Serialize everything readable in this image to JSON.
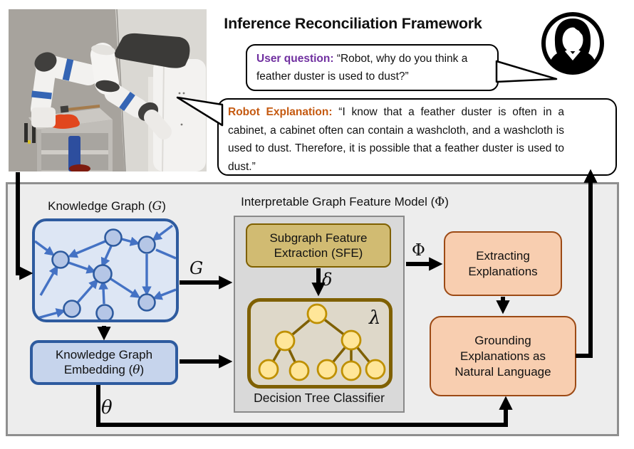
{
  "figure": {
    "title": "Inference Reconciliation Framework"
  },
  "bubbles": {
    "user": {
      "label": "User question:",
      "text": " “Robot, why do you think a feather duster is used to dust?”"
    },
    "robot": {
      "label": "Robot Explanation:",
      "text": " “I know that a feather duster is often in a cabinet, a cabinet often can contain a washcloth, and a washcloth is used to dust. Therefore, it is possible that a feather duster is used to dust.”"
    }
  },
  "diagram": {
    "kg": {
      "prefix": "Knowledge Graph (",
      "symbol": "G",
      "suffix": ")"
    },
    "igfm": {
      "prefix": "Interpretable Graph Feature Model (",
      "symbol": "Φ",
      "suffix": ")"
    },
    "kge": {
      "line1": "Knowledge Graph",
      "prefix": "Embedding (",
      "symbol": "θ",
      "suffix": ")"
    },
    "sfe": {
      "label": "Subgraph Feature Extraction (SFE)"
    },
    "dtc": {
      "caption": "Decision Tree Classifier"
    },
    "extracting": {
      "label": "Extracting Explanations"
    },
    "grounding": {
      "label": "Grounding Explanations as Natural Language"
    },
    "edge_labels": {
      "g": "G",
      "delta": "δ",
      "phi": "Φ",
      "theta": "θ",
      "lambda": "λ"
    }
  },
  "colors": {
    "panel_bg": "#ededed",
    "panel_border": "#8f8f8f",
    "blue_border": "#2e5b9f",
    "kg_fill": "#dde6f4",
    "kge_fill": "#c6d4ec",
    "node_fill": "#b5c6e6",
    "edge_blue": "#4472c4",
    "gold_border": "#7f6000",
    "sfe_fill": "#d1bb72",
    "tree_fill": "#ded8c9",
    "tree_node_fill": "#ffe699",
    "tree_node_border": "#bf9000",
    "orange_fill": "#f8ceb0",
    "orange_border": "#9c4a15",
    "container_fill": "#d9d9d9",
    "container_border": "#8a8a8a",
    "user_label": "#7030a0",
    "robot_label": "#c55a11"
  }
}
